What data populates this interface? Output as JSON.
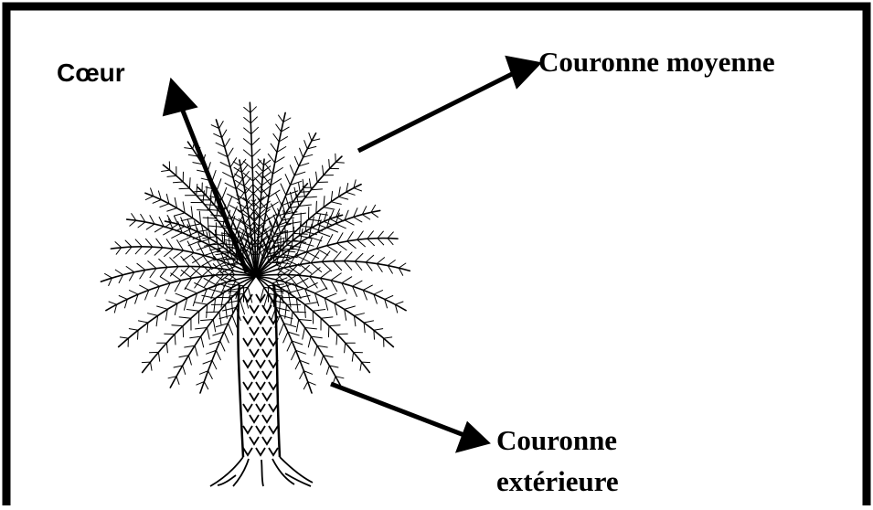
{
  "labels": {
    "coeur": "Cœur",
    "couronne_moyenne": "Couronne moyenne",
    "couronne_exterieure_line1": "Couronne",
    "couronne_exterieure_line2": "extérieure"
  },
  "colors": {
    "ink": "#000000",
    "background": "#ffffff"
  }
}
